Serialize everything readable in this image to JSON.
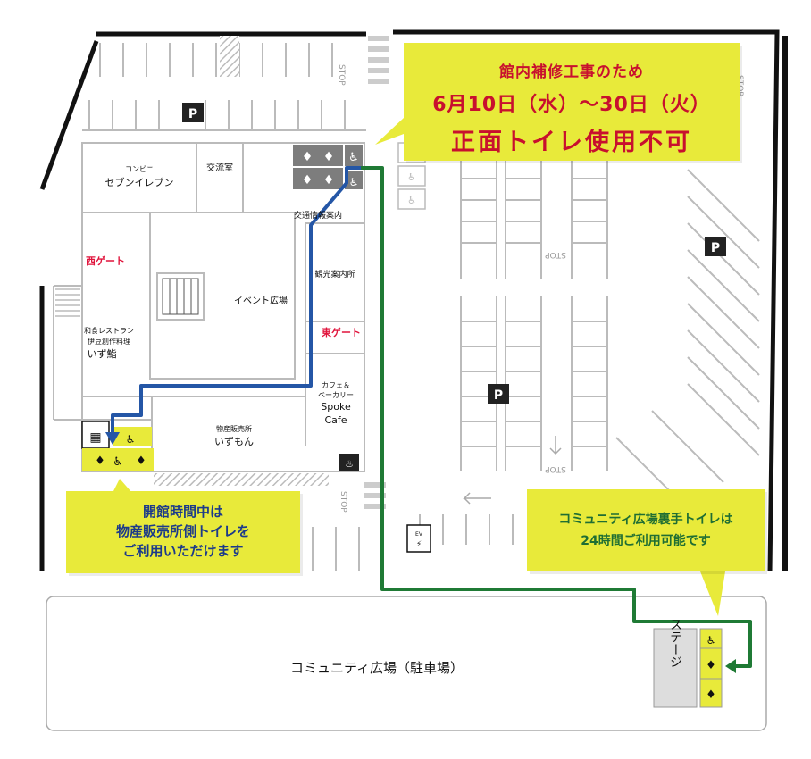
{
  "notice": {
    "line1": "館内補修工事のため",
    "line2": "6月10日（水）～30日（火）",
    "line3": "正面トイレ使用不可"
  },
  "callout_left": {
    "line1": "開館時間中は",
    "line2": "物産販売所側トイレを",
    "line3": "ご利用いただけます"
  },
  "callout_right": {
    "line1": "コミュニティ広場裏手トイレは",
    "line2": "24時間ご利用可能です"
  },
  "labels": {
    "convenience_small": "コンビニ",
    "convenience": "セブンイレブン",
    "exchange_room": "交流室",
    "traffic_info": "交通情報案内",
    "tourist_info": "観光案内所",
    "west_gate": "西ゲート",
    "east_gate": "東ゲート",
    "event_plaza": "イベント広場",
    "restaurant_l1": "和食レストラン",
    "restaurant_l2": "伊豆創作料理",
    "restaurant_name": "いず鮨",
    "cafe_l1": "カフェ＆",
    "cafe_l2": "ベーカリー",
    "cafe_l3": "Spoke",
    "cafe_l4": "Cafe",
    "shop_small": "物産販売所",
    "shop_name": "いずもん",
    "community_plaza": "コミュニティ広場（駐車場）",
    "stage": "ステージ",
    "parking_1": "P",
    "parking_2": "P",
    "parking_3": "P",
    "stop_1": "STOP",
    "stop_2": "STOP",
    "stop_3": "STOP",
    "stop_4": "STOP",
    "stop_5": "STOP"
  },
  "colors": {
    "notice_bg": "#e8ea3a",
    "notice_text": "#c8102e",
    "blue_route": "#2456a6",
    "green_route": "#1f7a35",
    "toilet_yellow": "#e8ea3a",
    "gate_red": "#e0143c"
  }
}
